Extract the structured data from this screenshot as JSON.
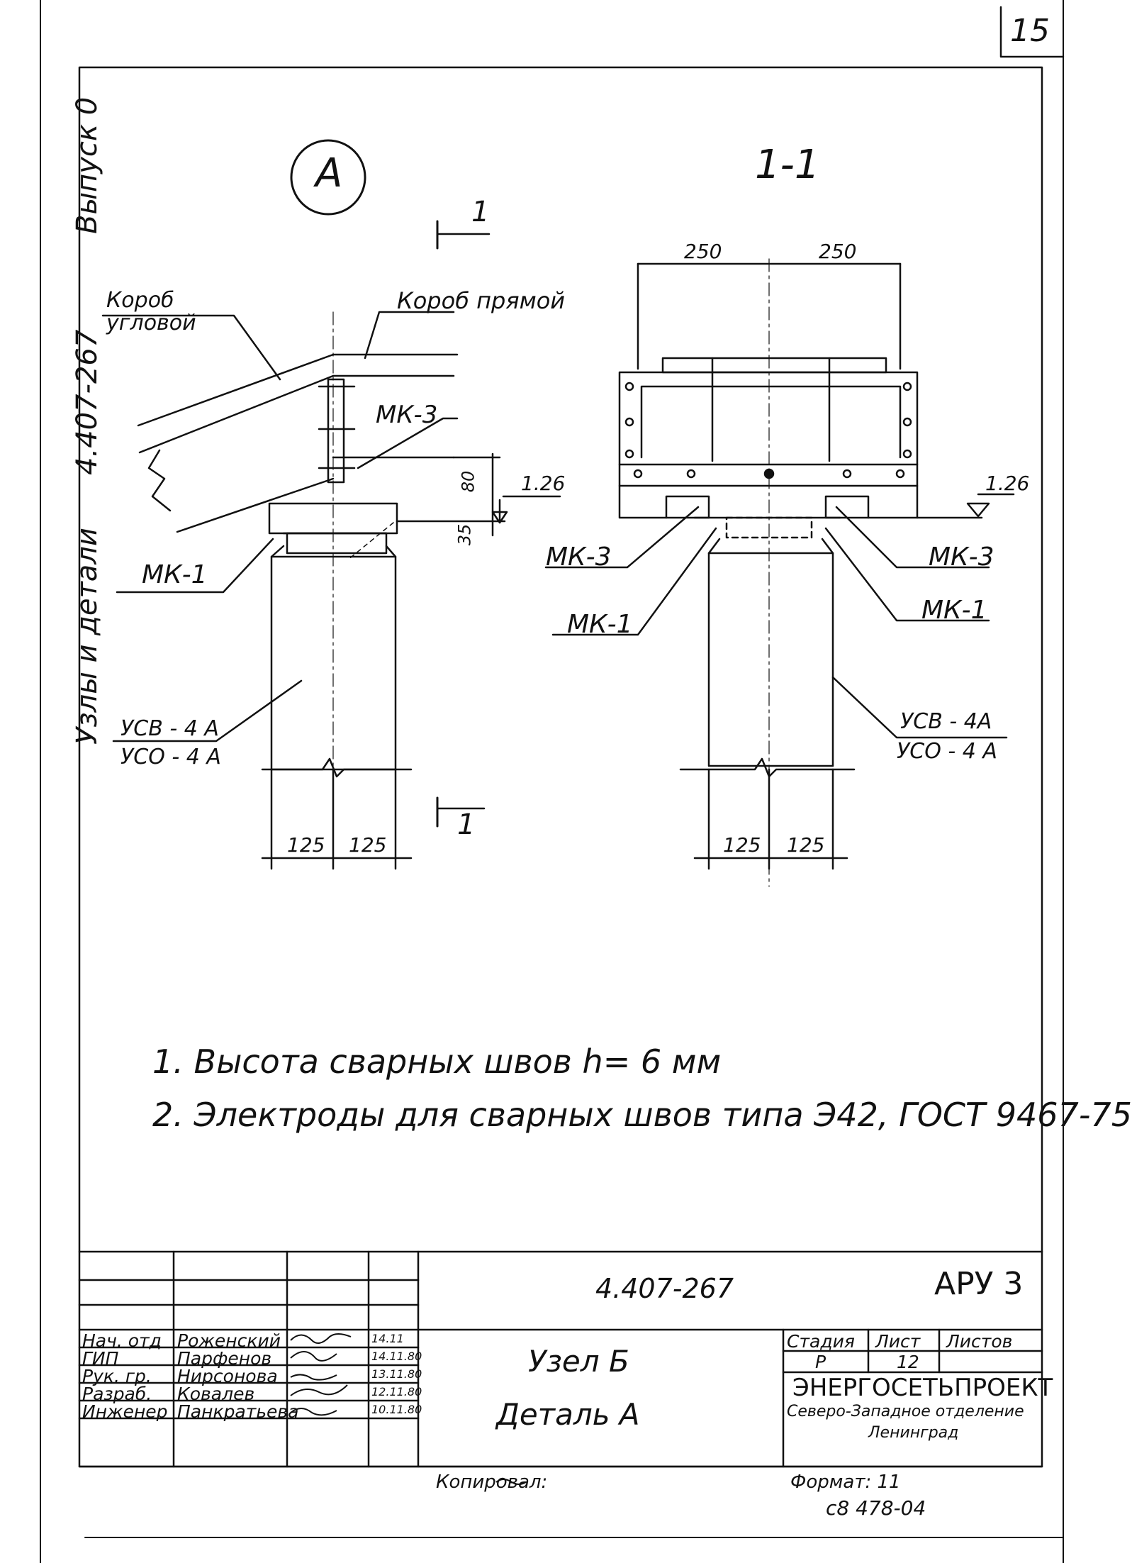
{
  "sheet_number": "15",
  "side_strip": {
    "label_1": "Выпуск 0",
    "label_2": "4.407-267",
    "label_3": "Узлы и детали"
  },
  "view_a": {
    "marker": "A",
    "section_mark": "1",
    "callout_box_corner": "Короб угловой",
    "callout_box_straight": "Короб прямой",
    "label_mk3": "МК-3",
    "label_mk1": "МК-1",
    "dim_80": "80",
    "dim_35": "35",
    "level": "1.26",
    "column_label_1": "УСВ - 4 А",
    "column_label_2": "УСО - 4 А",
    "dim_left": "125",
    "dim_right": "125"
  },
  "section_1_1": {
    "title": "1-1",
    "dim_top_left": "250",
    "dim_top_right": "250",
    "level": "1.26",
    "label_mk3_left": "МК-3",
    "label_mk3_right": "МК-3",
    "label_mk1_left": "МК-1",
    "label_mk1_right": "МК-1",
    "column_label_1": "УСВ - 4А",
    "column_label_2": "УСО - 4 А",
    "dim_left": "125",
    "dim_right": "125"
  },
  "notes": [
    "1. Высота сварных швов h= 6 мм",
    "2. Электроды для сварных швов типа Э42, ГОСТ 9467-75"
  ],
  "title_block": {
    "doc_code": "4.407-267",
    "series": "АРУ 3",
    "drawing_title_1": "Узел Б",
    "drawing_title_2": "Деталь А",
    "stage_header": "Стадия",
    "sheet_header": "Лист",
    "sheets_header": "Листов",
    "stage_value": "Р",
    "sheet_value": "12",
    "org_name": "ЭНЕРГОСЕТЬПРОЕКТ",
    "org_branch": "Северо-Западное отделение",
    "org_city": "Ленинград",
    "signers": [
      {
        "role": "Нач. отд",
        "name": "Роженский",
        "date": "14.11"
      },
      {
        "role": "ГИП",
        "name": "Парфенов",
        "date": "14.11.80"
      },
      {
        "role": "Рук. гр.",
        "name": "Нирсонова",
        "date": "13.11.80"
      },
      {
        "role": "Разраб.",
        "name": "Ковалев",
        "date": "12.11.80"
      },
      {
        "role": "Инженер",
        "name": "Панкратьева",
        "date": "10.11.80"
      }
    ]
  },
  "footer": {
    "copied_by": "Копировал:",
    "format": "Формат: 11",
    "stamp": "с8 478-04"
  }
}
